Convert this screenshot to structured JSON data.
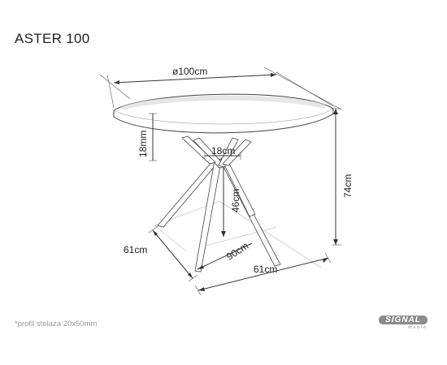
{
  "title": "ASTER 100",
  "footnote": "*profil stelaża 20x50mm",
  "brand": {
    "name": "SIGNAL",
    "sub": "meble"
  },
  "dimensions": {
    "diameter": "ø100cm",
    "top_thickness": "18mm",
    "center_width": "18cm",
    "total_height": "74cm",
    "leg_height": "46cm",
    "diagonal": "90cm",
    "base_depth": "61cm",
    "base_width": "61cm"
  }
}
